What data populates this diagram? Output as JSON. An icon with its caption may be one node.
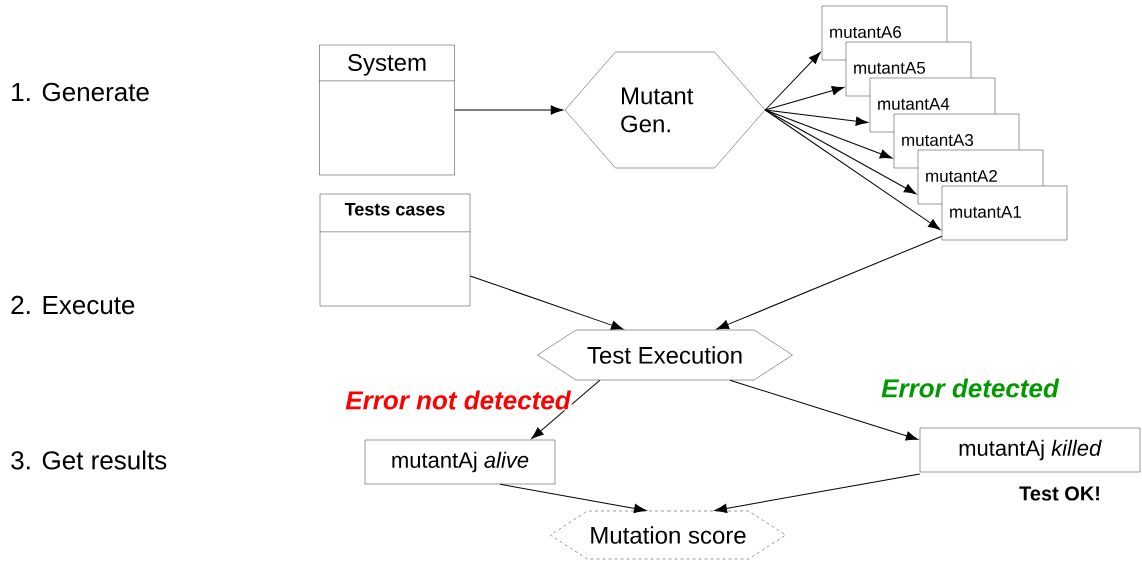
{
  "diagram": {
    "nodes": [
      {
        "text": [
          "System"
        ]
      },
      {
        "text": [
          "Mutant Gen."
        ]
      },
      {
        "text": [
          "mutantA6"
        ]
      },
      {
        "text": [
          "mutantA5"
        ]
      },
      {
        "text": [
          "mutantA4"
        ]
      },
      {
        "text": [
          "mutantA3"
        ]
      },
      {
        "text": [
          "mutantA2"
        ]
      },
      {
        "text": [
          "mutantA1"
        ]
      },
      {
        "text": [
          "Tests cases"
        ]
      },
      {
        "text": [
          "Test Execution"
        ]
      },
      {
        "text": [
          "mutantAj *alive*"
        ]
      },
      {
        "text": [
          "mutantAj *killed*"
        ],
        "beside": [
          "Test OK!"
        ]
      },
      {
        "text": [
          "Mutation score"
        ]
      }
    ],
    "edges": [
      {
        "from": 0,
        "to": 1,
        "arrow": "to"
      },
      {
        "from": 1,
        "to": 2,
        "arrow": "to"
      },
      {
        "from": 1,
        "to": 3,
        "arrow": "to"
      },
      {
        "from": 1,
        "to": 4,
        "arrow": "to"
      },
      {
        "from": 1,
        "to": 5,
        "arrow": "to"
      },
      {
        "from": 1,
        "to": 6,
        "arrow": "to"
      },
      {
        "from": 1,
        "to": 7,
        "arrow": "to"
      },
      {
        "from": 8,
        "to": 9,
        "arrow": "to"
      },
      {
        "from": 7,
        "to": 9,
        "arrow": "to"
      },
      {
        "from": 9,
        "to": 10,
        "arrow": "to",
        "label": "Error not detected"
      },
      {
        "from": 9,
        "to": 11,
        "arrow": "to",
        "label": "Error detected"
      },
      {
        "from": 10,
        "to": 12,
        "arrow": "to"
      },
      {
        "from": 11,
        "to": 12,
        "arrow": "to"
      }
    ],
    "labels": [
      "1. Generate",
      "2. Execute",
      "3. Get results"
    ]
  }
}
